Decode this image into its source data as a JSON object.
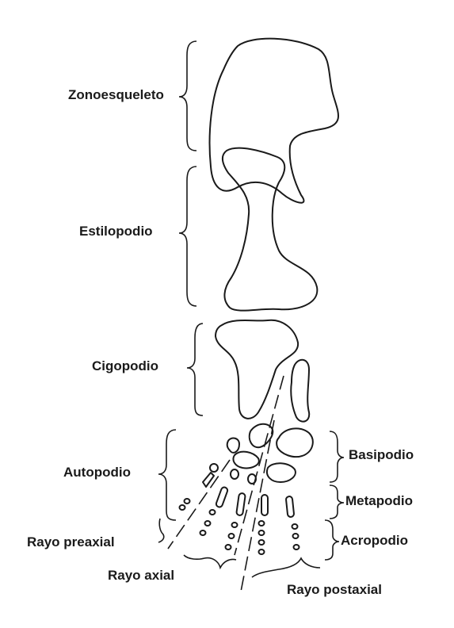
{
  "labels": {
    "zonoesqueleto": "Zonoesqueleto",
    "estilopodio": "Estilopodio",
    "cigopodio": "Cigopodio",
    "autopodio": "Autopodio",
    "basipodio": "Basipodio",
    "metapodio": "Metapodio",
    "acropodio": "Acropodio",
    "rayo_preaxial": "Rayo preaxial",
    "rayo_axial": "Rayo axial",
    "rayo_postaxial": "Rayo postaxial"
  }
}
